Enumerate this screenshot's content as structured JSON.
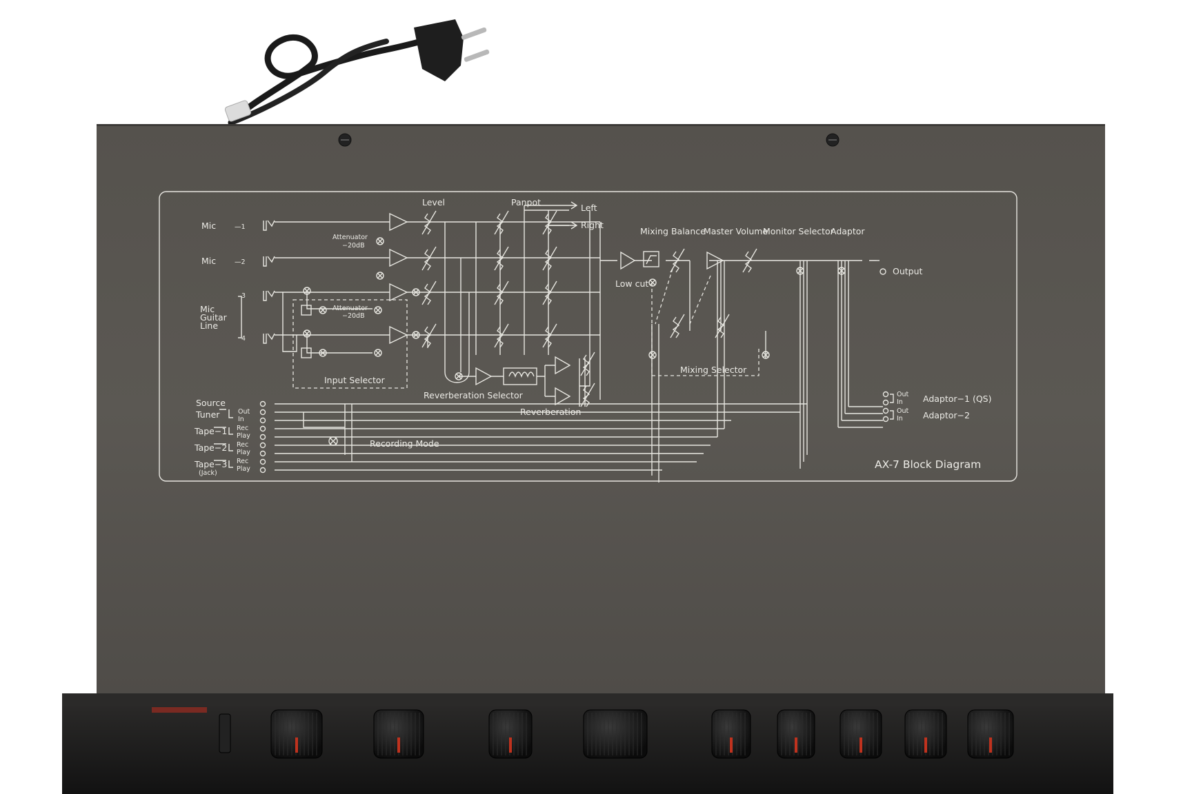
{
  "labels": {
    "mic1": "Mic",
    "mic1_num": "—1",
    "mic2": "Mic",
    "mic2_num": "—2",
    "ch3": "3",
    "ch4": "4",
    "mic_guitar_line": [
      "Mic",
      "Guitar",
      "Line"
    ],
    "attenuator_1": "Attenuator",
    "attenuator_1_db": "−20dB",
    "attenuator_2": "Attenuator",
    "attenuator_2_db": "−20dB",
    "level": "Level",
    "panpot": "Panpot",
    "left": "Left",
    "right": "Right",
    "mixing_balance": "Mixing Balance",
    "master_volume": "Master Volume",
    "monitor_selector": "Monitor Selector",
    "adaptor": "Adaptor",
    "output": "Output",
    "low_cut": "Low cut",
    "input_selector": "Input Selector",
    "reverberation_selector": "Reverberation Selector",
    "reverberation": "Reverberation",
    "mixing_selector": "Mixing Selector",
    "recording_mode": "Recording Mode",
    "source": "Source",
    "tuner": "Tuner",
    "tape1": "Tape−1",
    "tape2": "Tape−2",
    "tape3": "Tape−3",
    "jack": "(Jack)",
    "out": "Out",
    "in": "In",
    "rec": "Rec",
    "play": "Play",
    "adaptor_out_1": "Out",
    "adaptor_in_1": "In",
    "adaptor_out_2": "Out",
    "adaptor_in_2": "In",
    "adaptor1": "Adaptor−1 (QS)",
    "adaptor2": "Adaptor−2",
    "title": "AX-7 Block Diagram"
  },
  "colors": {
    "chassis": "#585550",
    "panel_line": "#e8e7e1",
    "front_panel": "#1c1b1a",
    "knob": "#111111",
    "knob_marker": "#c0321e",
    "background": "#ffffff"
  },
  "icons": {
    "power_cord": "europlug-power-cord-icon",
    "knob": "rotary-knob-icon",
    "screw": "screw-icon"
  },
  "front_knobs": {
    "count": 9
  }
}
